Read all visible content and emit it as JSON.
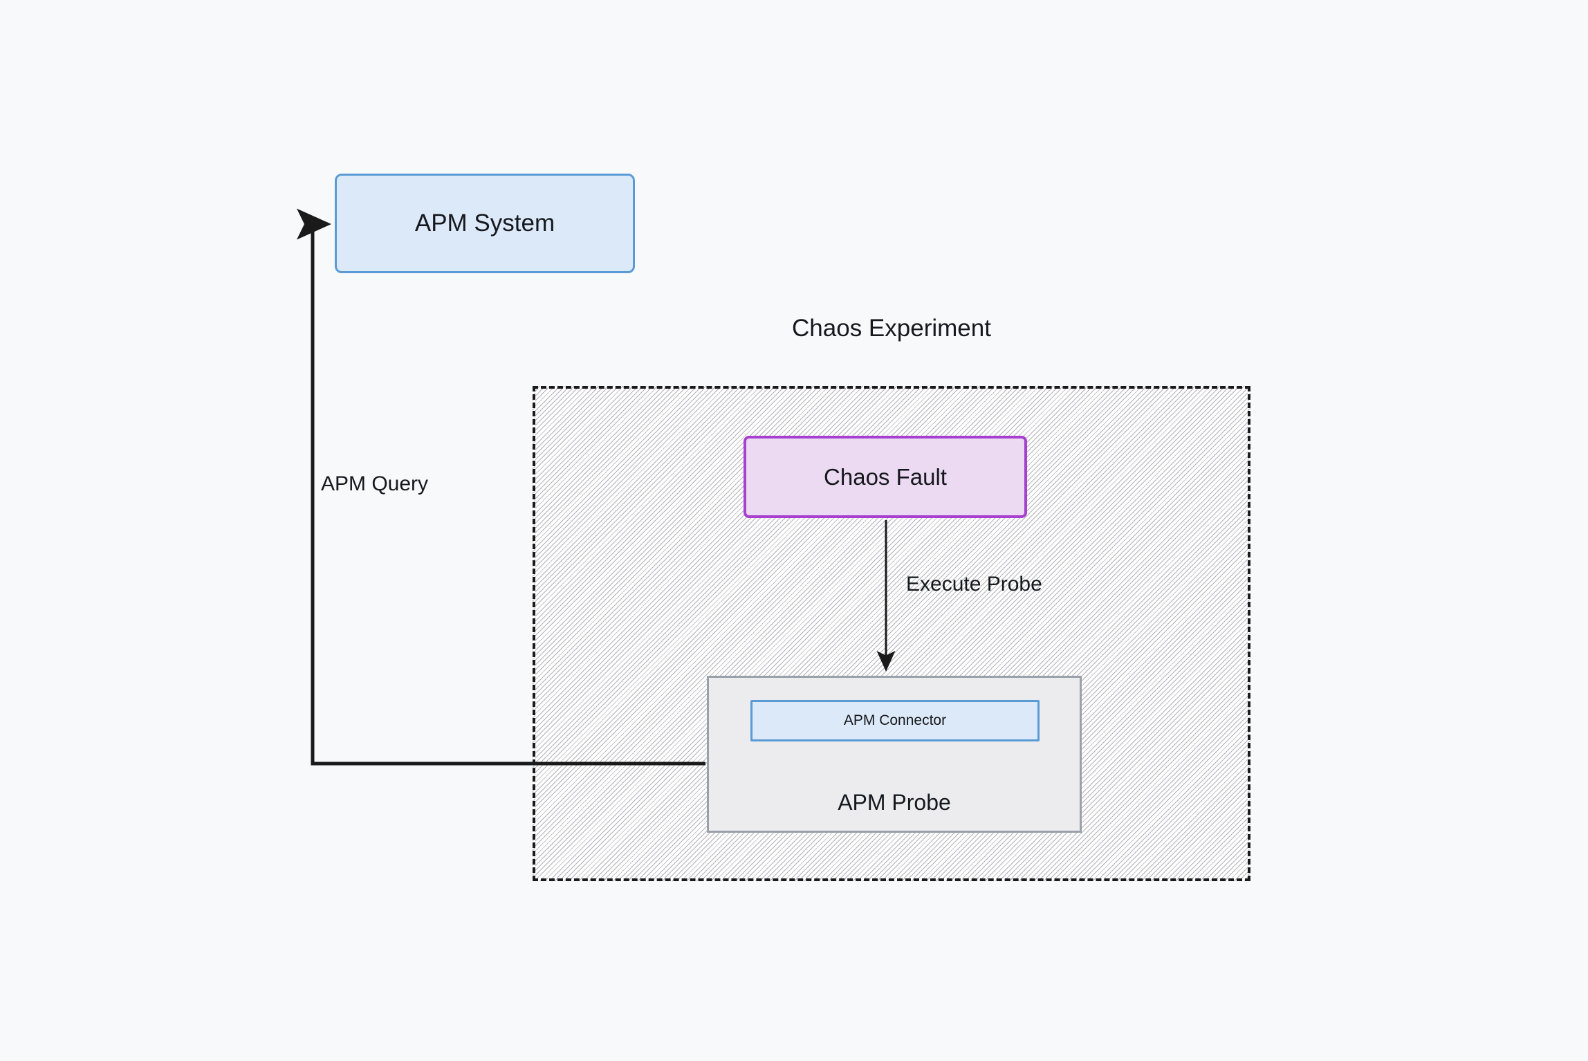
{
  "diagram": {
    "type": "flow-diagram",
    "background_color": "#f7f9fb",
    "nodes": {
      "apm_system": {
        "label": "APM System",
        "fill": "#dce9f8",
        "stroke": "#5b9bd5",
        "shape": "rounded-rectangle"
      },
      "chaos_fault": {
        "label": "Chaos Fault",
        "fill": "#ecd9f2",
        "stroke": "#a73fd0",
        "shape": "rounded-rectangle"
      },
      "apm_probe": {
        "label": "APM Probe",
        "fill": "#ececee",
        "stroke": "#9aa0aa",
        "shape": "rectangle"
      },
      "apm_connector": {
        "label": "APM Connector",
        "fill": "#dce9f8",
        "stroke": "#5b9bd5",
        "shape": "rectangle"
      }
    },
    "groups": {
      "chaos_experiment": {
        "title": "Chaos Experiment",
        "border_style": "dashed",
        "border_color": "#1a1a1a",
        "fill": "hatched-gray"
      }
    },
    "edges": [
      {
        "id": "execute-probe",
        "label": "Execute Probe",
        "from": "chaos_fault",
        "to": "apm_probe",
        "arrow": "down",
        "color": "#1a1a1a"
      },
      {
        "id": "apm-query",
        "label": "APM Query",
        "from": "apm_probe",
        "to": "apm_system",
        "arrow": "right",
        "color": "#1a1a1a"
      }
    ]
  }
}
